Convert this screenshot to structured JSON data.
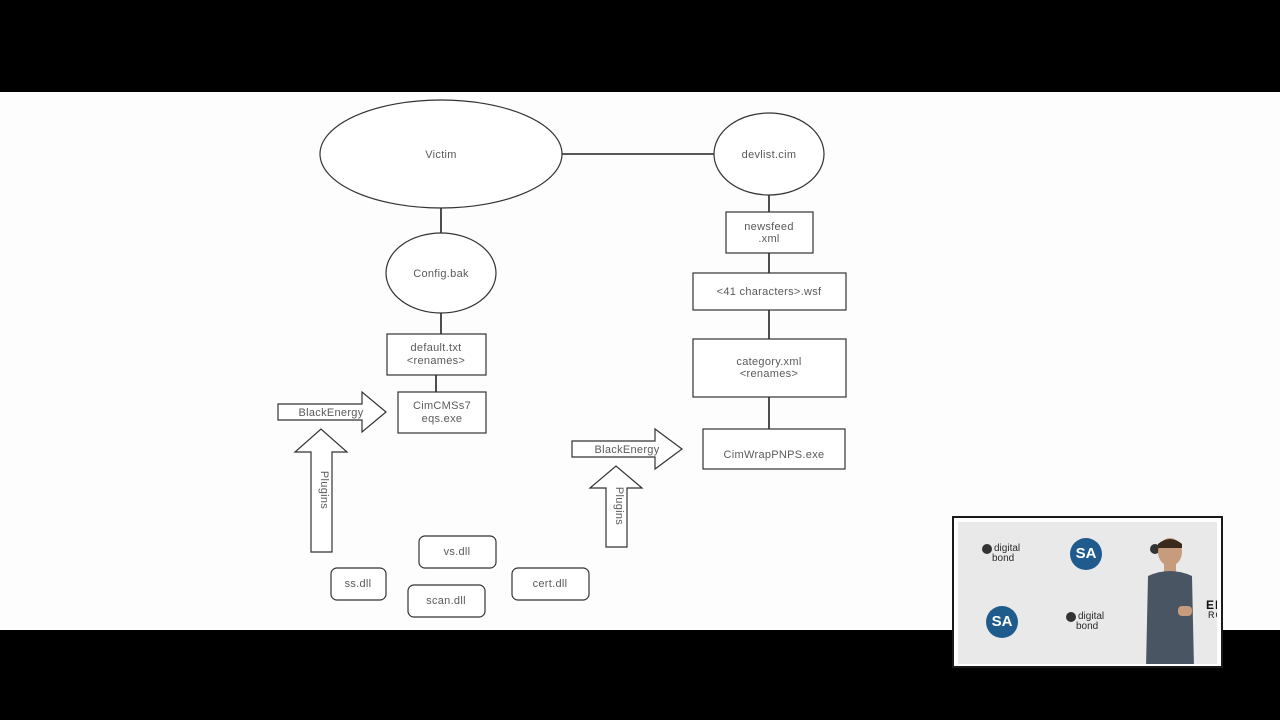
{
  "diagram": {
    "victim": "Victim",
    "devlist": "devlist.cim",
    "config": "Config.bak",
    "default_line1": "default.txt",
    "default_line2": "<renames>",
    "cimcms_line1": "CimCMSs7",
    "cimcms_line2": "eqs.exe",
    "newsfeed_line1": "newsfeed",
    "newsfeed_line2": ".xml",
    "chars": "<41 characters>.wsf",
    "category_line1": "category.xml",
    "category_line2": "<renames>",
    "cimwrap": "CimWrapPNPS.exe",
    "blackenergy_left": "BlackEnergy",
    "blackenergy_right": "BlackEnergy",
    "plugins_left": "Plugins",
    "plugins_right": "Plugins",
    "vs_dll": "vs.dll",
    "ss_dll": "ss.dll",
    "scan_dll": "scan.dll",
    "cert_dll": "cert.dll"
  },
  "presenter_feed": {
    "logo_digitalbond_1": "digital",
    "logo_digitalbond_2": "bond",
    "logo_sa": "SA",
    "wall_text_1": "END",
    "wall_text_2": "RO"
  },
  "colors": {
    "background": "#000000",
    "slide": "#fdfdfd",
    "sa_logo": "#1f5c8d"
  }
}
